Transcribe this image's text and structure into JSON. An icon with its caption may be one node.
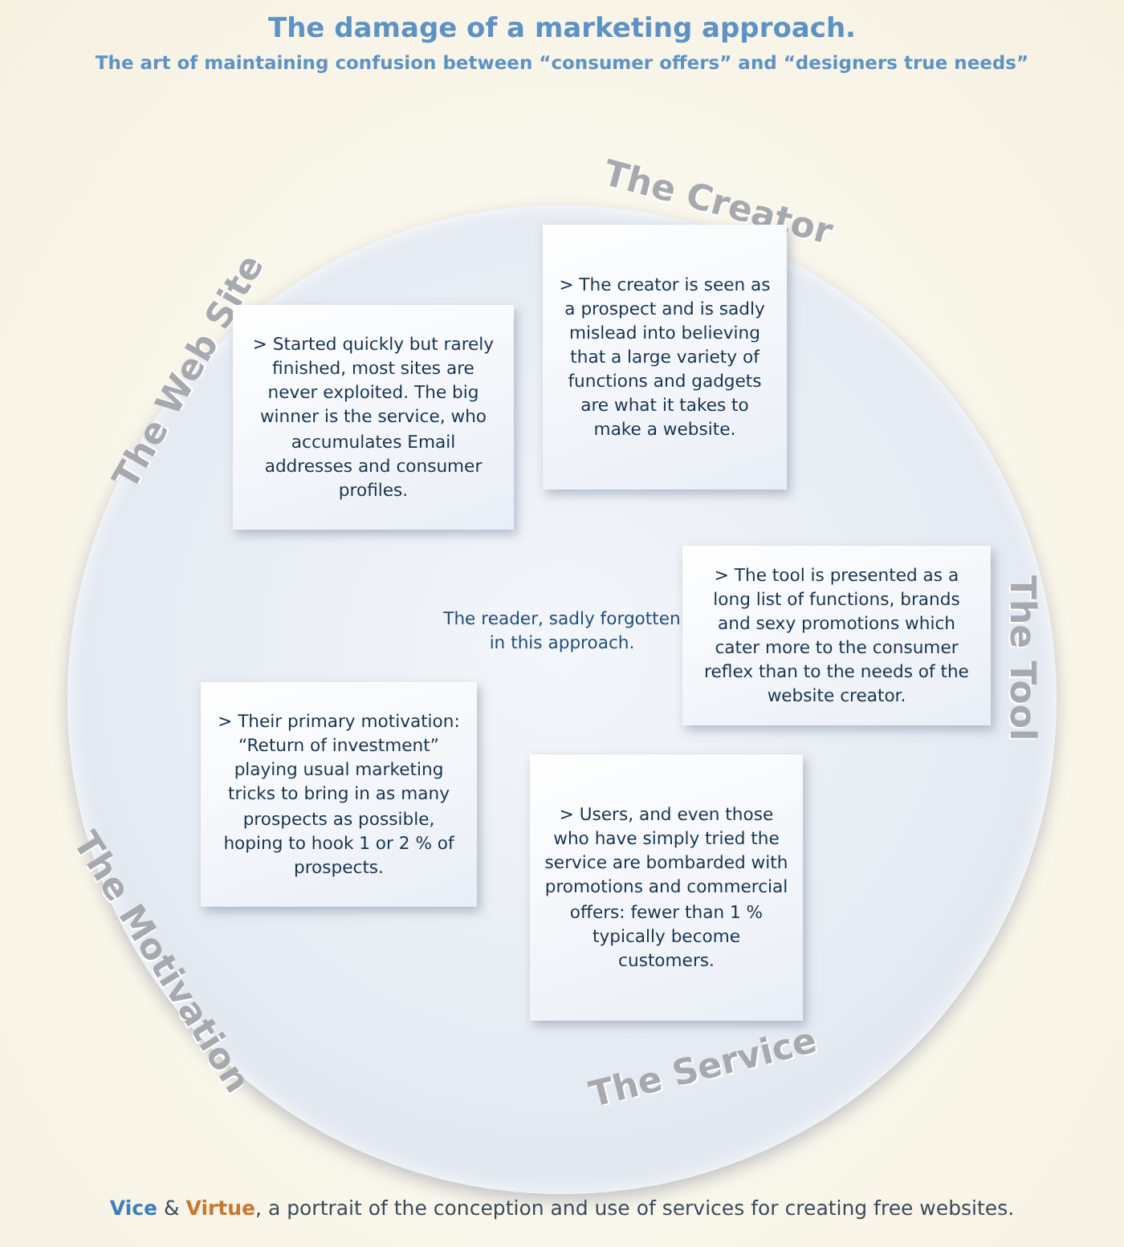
{
  "diagram": {
    "title": "The damage of a marketing approach.",
    "caption": "**Vice** & **Virtue**, a portrait of the conception and use of services for creating free websites.",
    "nodes": [
      {
        "text": [
          "The reader, sadly forgotten in this approach."
        ]
      },
      {
        "text": [
          "The Creator",
          "> The creator is seen as a prospect and is sadly mislead into believing that a large variety of functions and gadgets are what it takes to make a website."
        ],
        "in": 0
      },
      {
        "text": [
          "The Web Site",
          "> Started quickly but rarely finished, most sites are never exploited. The big winner is the service, who accumulates Email addresses and consumer profiles."
        ],
        "in": 0
      },
      {
        "text": [
          "The Tool",
          "> The tool is presented as a long list of functions, brands and sexy promotions which cater more to the consumer reflex than to the needs of the website creator."
        ],
        "in": 0
      },
      {
        "text": [
          "The Motivation",
          "> Their primary motivation: “Return of investment” playing usual marketing tricks to bring in as many prospects as possible, hoping to hook 1 or 2 % of prospects."
        ],
        "in": 0
      },
      {
        "text": [
          "The Service",
          "> Users, and even those who have simply tried the service are bombarded with promotions and commercial offers: fewer than 1 % typically become customers."
        ],
        "in": 0
      }
    ],
    "labels": [
      "The art of maintaining confusion between “consumer offers” and “designers true needs”"
    ]
  }
}
